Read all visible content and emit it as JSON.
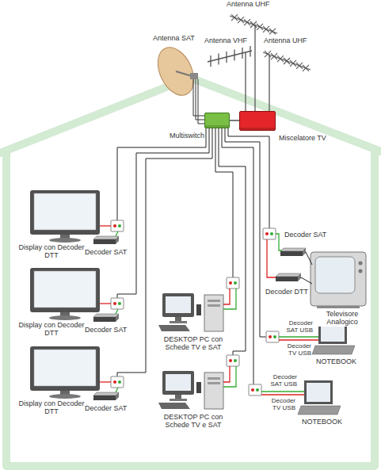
{
  "diagram": {
    "nodes": [
      {
        "text": [
          "Multiswitch"
        ]
      },
      {
        "text": [
          "Miscelatore TV"
        ]
      }
    ],
    "edges": [
      {
        "from": 1,
        "to": 0,
        "arrow": "none"
      }
    ],
    "labels": [
      "Antenna UHF",
      "Antenna SAT",
      "Antenna VHF",
      "Antenna UHF",
      "Decoder SAT",
      "Display con Decoder DTT",
      "Decoder SAT",
      "Decoder DTT",
      "Televisore Analogico",
      "Display con Decoder DTT",
      "Decoder SAT",
      "DESKTOP PC con Schede TV e SAT",
      "Decoder SAT USB",
      "Decoder TV USB",
      "NOTEBOOK",
      "Display con Decoder DTT",
      "Decoder SAT",
      "DESKTOP PC con Schede TV e SAT",
      "Decoder SAT USB",
      "Decoder TV USB",
      "NOTEBOOK"
    ]
  }
}
